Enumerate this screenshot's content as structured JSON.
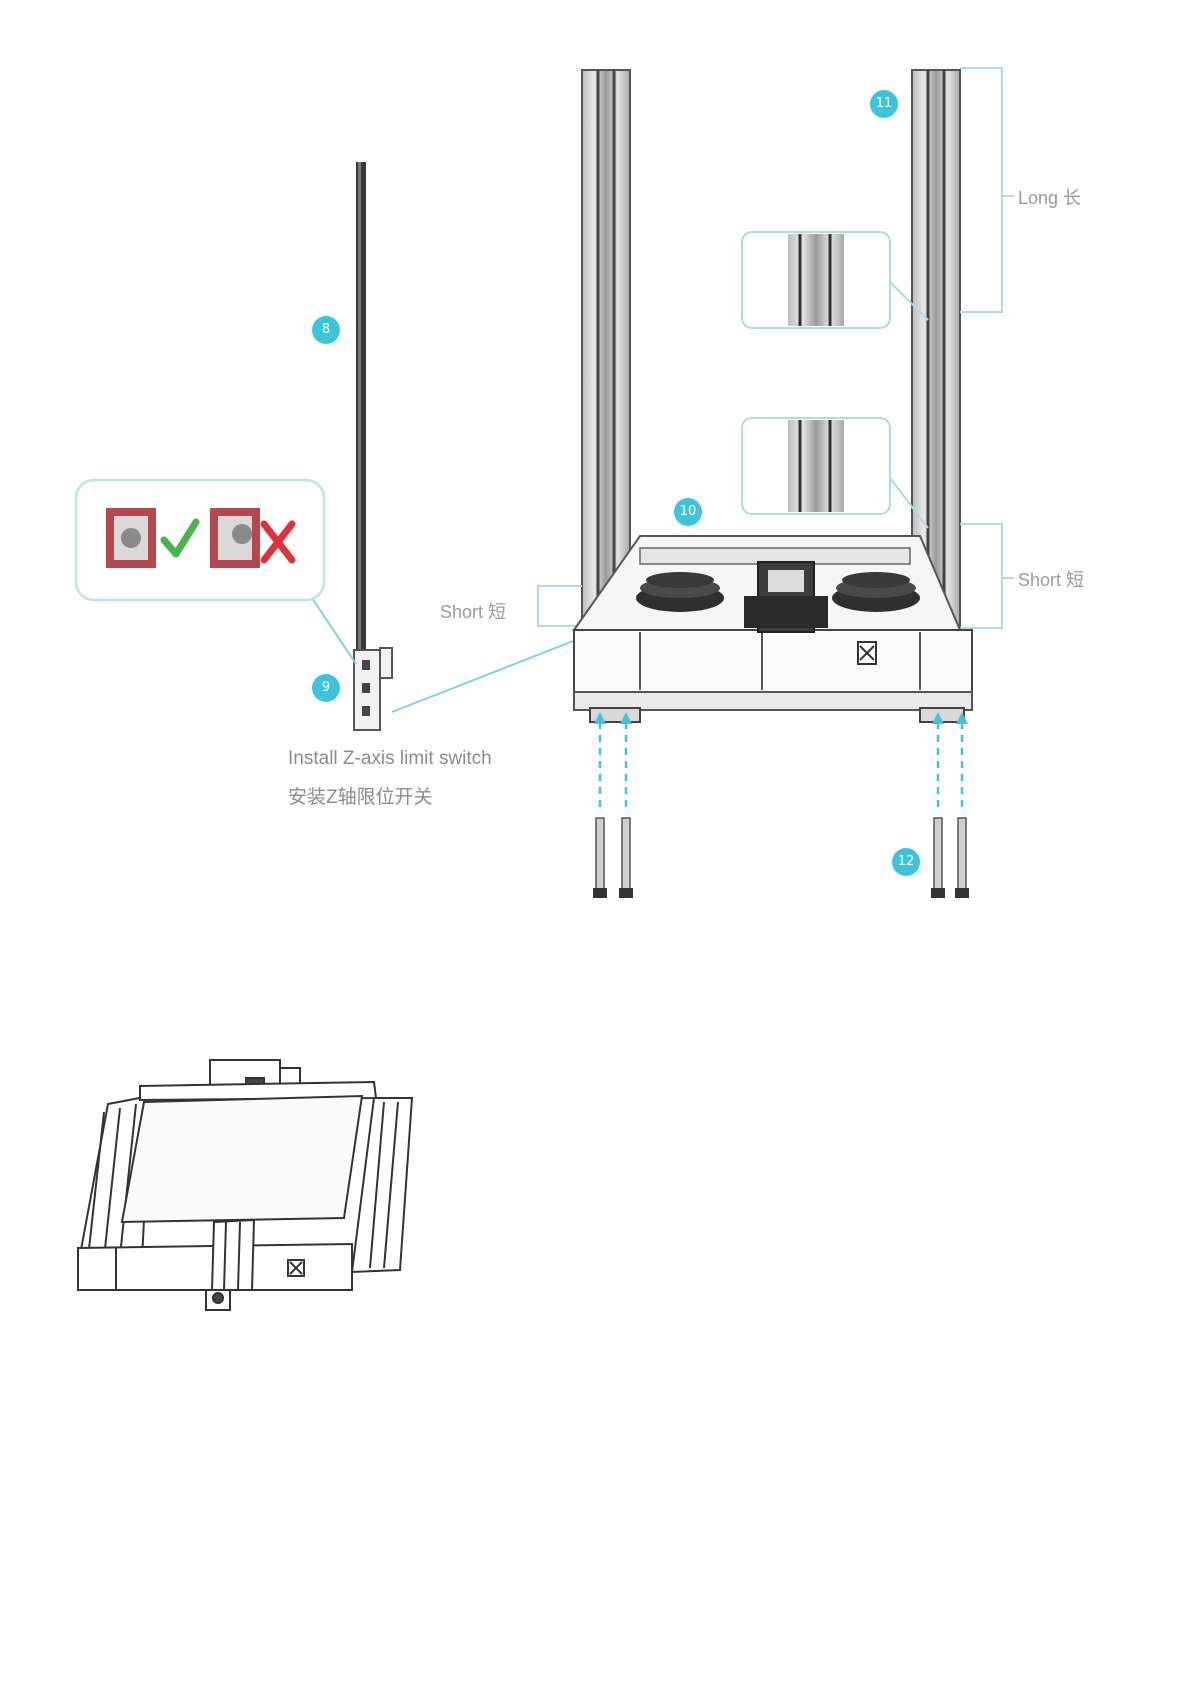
{
  "callouts": {
    "long_label": "Long 长",
    "short_label_right": "Short 短",
    "short_label_left": "Short 短",
    "caption_en": "Install Z-axis limit switch",
    "caption_zh": "安装Z轴限位开关"
  },
  "badges": [
    {
      "name": "step-badge-8",
      "text": "8"
    },
    {
      "name": "step-badge-9",
      "text": "9"
    },
    {
      "name": "step-badge-10",
      "text": "10"
    },
    {
      "name": "step-badge-11",
      "text": "11"
    },
    {
      "name": "step-badge-12",
      "text": "12"
    }
  ],
  "colors": {
    "accent": "#3cc4dd",
    "line": "#333333",
    "check": "#49b549",
    "cross": "#e0303a",
    "motor_red": "#b5484f"
  },
  "icons": {
    "ok_icon": "check-icon",
    "wrong_icon": "cross-icon"
  }
}
